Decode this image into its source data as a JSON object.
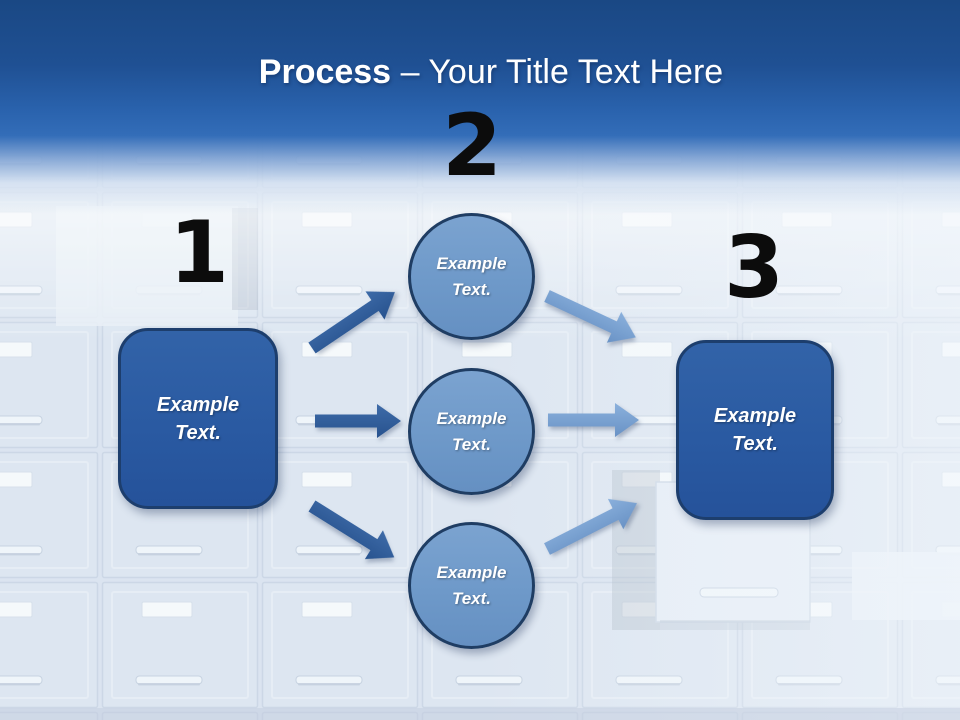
{
  "slide": {
    "title": {
      "bold": "Process",
      "rest": "– Your Title Text Here"
    },
    "steps": [
      {
        "number": "1",
        "node": {
          "type": "rounded-rectangle",
          "label": "Example\nText."
        }
      },
      {
        "number": "2",
        "nodes": [
          {
            "type": "circle",
            "label": "Example\nText."
          },
          {
            "type": "circle",
            "label": "Example\nText."
          },
          {
            "type": "circle",
            "label": "Example\nText."
          }
        ]
      },
      {
        "number": "3",
        "node": {
          "type": "rounded-rectangle",
          "label": "Example\nText."
        }
      }
    ],
    "background": {
      "description": "light blue filing cabinet drawers, faded under white-blue wash"
    },
    "colors": {
      "header_blue_top": "#1a4884",
      "header_blue_bottom": "#336db8",
      "box_fill": "#2a5aa2",
      "box_border": "#1d3e6d",
      "circle_fill": "#6e99c9",
      "circle_border": "#1f3d63",
      "arrow_dark": "#2e5b9e",
      "arrow_light": "#7aa5d6",
      "number_color": "#0c0c0c",
      "title_color": "#ffffff"
    }
  }
}
